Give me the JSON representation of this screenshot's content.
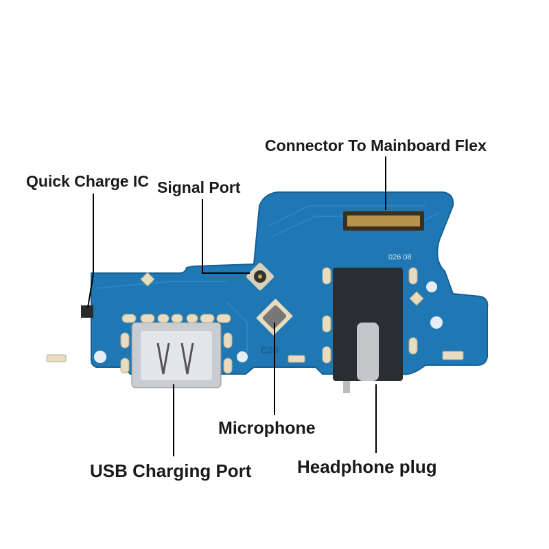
{
  "labels": {
    "connector": "Connector To Mainboard Flex",
    "quick_charge": "Quick Charge IC",
    "signal_port": "Signal Port",
    "microphone": "Microphone",
    "usb_port": "USB Charging Port",
    "headphone": "Headphone plug"
  },
  "silkscreen": {
    "date_code": "026 08",
    "ref": "C20"
  },
  "colors": {
    "pcb": "#1f78b4",
    "pcb_dark": "#165f93",
    "pad": "#e8dcc0",
    "jack": "#2a2d33",
    "usb": "#c9ccd0"
  }
}
